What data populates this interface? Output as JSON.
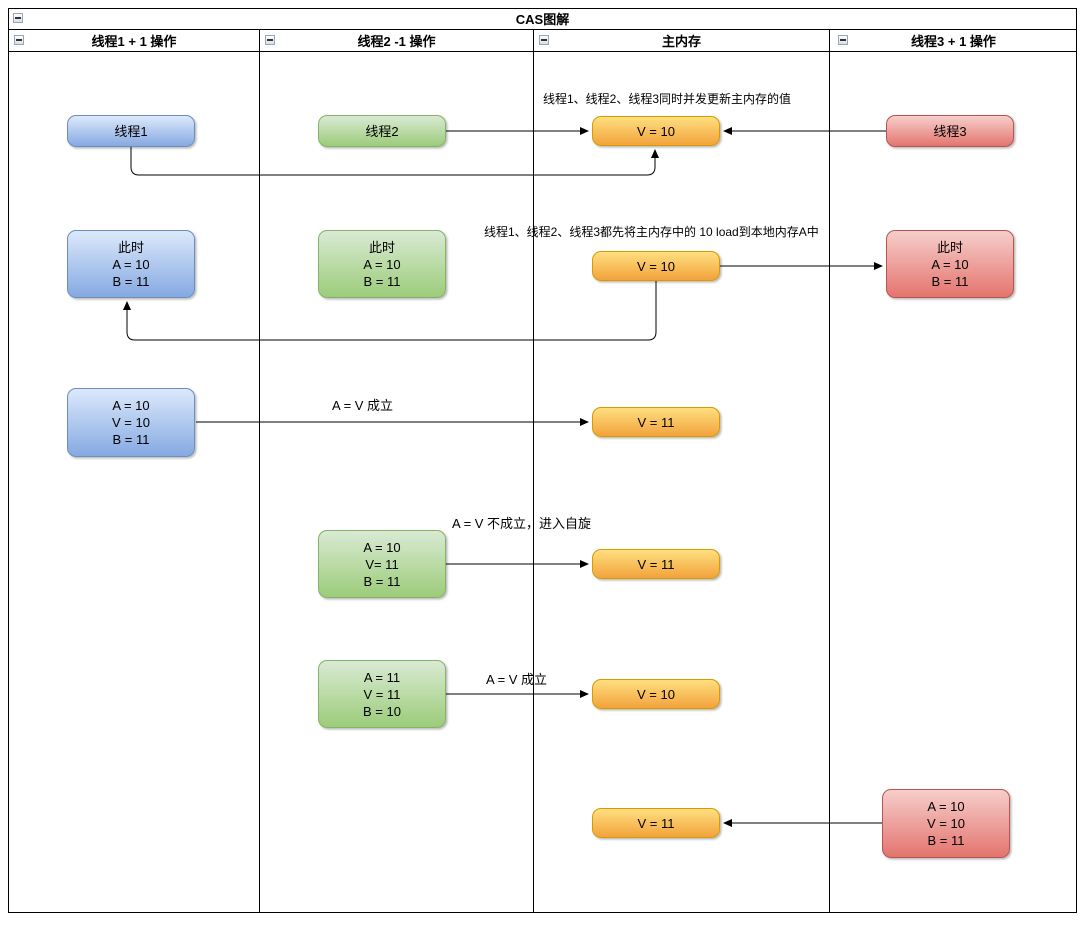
{
  "title": "CAS图解",
  "icons": {
    "collapse": "⊟"
  },
  "colors": {
    "blue_fill_top": "#dce9fb",
    "blue_fill_bottom": "#85a9e2",
    "blue_stroke": "#6c8ebf",
    "green_fill_top": "#d9ead3",
    "green_fill_bottom": "#9ccc7a",
    "green_stroke": "#82b366",
    "orange_fill_top": "#ffdf80",
    "orange_fill_bottom": "#f2a33c",
    "orange_stroke": "#d79b00",
    "red_fill_top": "#f6cecb",
    "red_fill_bottom": "#e4746e",
    "red_stroke": "#b85450",
    "line": "#000000"
  },
  "lanes": [
    {
      "label": "线程1 + 1 操作"
    },
    {
      "label": "线程2 -1 操作"
    },
    {
      "label": "主内存"
    },
    {
      "label": "线程3 + 1 操作"
    }
  ],
  "annotations": [
    {
      "text": "线程1、线程2、线程3同时并发更新主内存的值"
    },
    {
      "text": "线程1、线程2、线程3都先将主内存中的 10 load到本地内存A中"
    },
    {
      "text": "A = V 成立"
    },
    {
      "text": "A = V 不成立，进入自旋"
    },
    {
      "text": "A = V 成立"
    }
  ],
  "nodes": {
    "thread1": {
      "lines": [
        "线程1"
      ]
    },
    "thread2": {
      "lines": [
        "线程2"
      ]
    },
    "mem_v10_r1": {
      "lines": [
        "V = 10"
      ]
    },
    "thread3": {
      "lines": [
        "线程3"
      ]
    },
    "state_blue_r2": {
      "lines": [
        "此时",
        "A = 10",
        "B = 11"
      ]
    },
    "state_green_r2": {
      "lines": [
        "此时",
        "A = 10",
        "B = 11"
      ]
    },
    "mem_v10_r2": {
      "lines": [
        "V = 10"
      ]
    },
    "state_red_r2": {
      "lines": [
        "此时",
        "A = 10",
        "B = 11"
      ]
    },
    "cas_blue_r3": {
      "lines": [
        "A = 10",
        "V = 10",
        "B = 11"
      ]
    },
    "mem_v11_r3": {
      "lines": [
        "V = 11"
      ]
    },
    "cas_green_r4": {
      "lines": [
        "A = 10",
        "V= 11",
        "B = 11"
      ]
    },
    "mem_v11_r4": {
      "lines": [
        "V = 11"
      ]
    },
    "cas_green_r5": {
      "lines": [
        "A = 11",
        "V = 11",
        "B = 10"
      ]
    },
    "mem_v10_r5": {
      "lines": [
        "V = 10"
      ]
    },
    "mem_v11_r6": {
      "lines": [
        "V = 11"
      ]
    },
    "cas_red_r6": {
      "lines": [
        "A = 10",
        "V = 10",
        "B = 11"
      ]
    }
  }
}
